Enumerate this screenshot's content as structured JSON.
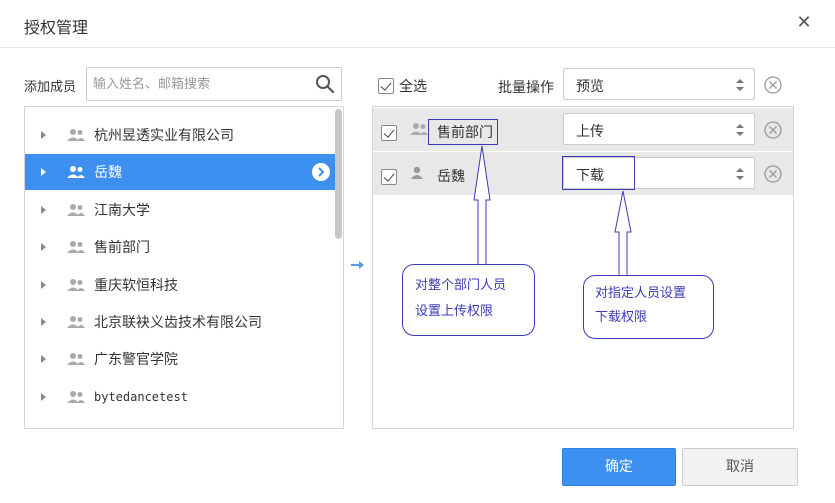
{
  "dialog": {
    "title": "授权管理",
    "close_icon": "close-icon"
  },
  "left": {
    "add_label": "添加成员",
    "search_placeholder": "输入姓名、邮箱搜索",
    "items": [
      {
        "label": "杭州昱透实业有限公司",
        "icon": "group-icon",
        "selected": false
      },
      {
        "label": "岳魏",
        "icon": "group-icon",
        "selected": true
      },
      {
        "label": "江南大学",
        "icon": "group-icon",
        "selected": false
      },
      {
        "label": "售前部门",
        "icon": "group-icon",
        "selected": false
      },
      {
        "label": "重庆软恒科技",
        "icon": "group-icon",
        "selected": false
      },
      {
        "label": "北京联袂义齿技术有限公司",
        "icon": "group-icon",
        "selected": false
      },
      {
        "label": "广东警官学院",
        "icon": "group-icon",
        "selected": false
      },
      {
        "label": "bytedancetest",
        "icon": "group-icon",
        "selected": false
      }
    ]
  },
  "right": {
    "select_all": "全选",
    "batch_label": "批量操作",
    "batch_value": "预览",
    "rows": [
      {
        "label": "售前部门",
        "permission": "上传",
        "icon": "group-icon"
      },
      {
        "label": "岳魏",
        "permission": "下载",
        "icon": "user-icon"
      }
    ]
  },
  "annotations": {
    "callout1_line1": "对整个部门人员",
    "callout1_line2": "设置上传权限",
    "callout2_line1": "对指定人员设置",
    "callout2_line2": "下载权限",
    "color": "#3b3bb8"
  },
  "footer": {
    "ok": "确定",
    "cancel": "取消"
  },
  "colors": {
    "accent": "#3d8ff0",
    "row_bg": "#e8e8e8"
  }
}
